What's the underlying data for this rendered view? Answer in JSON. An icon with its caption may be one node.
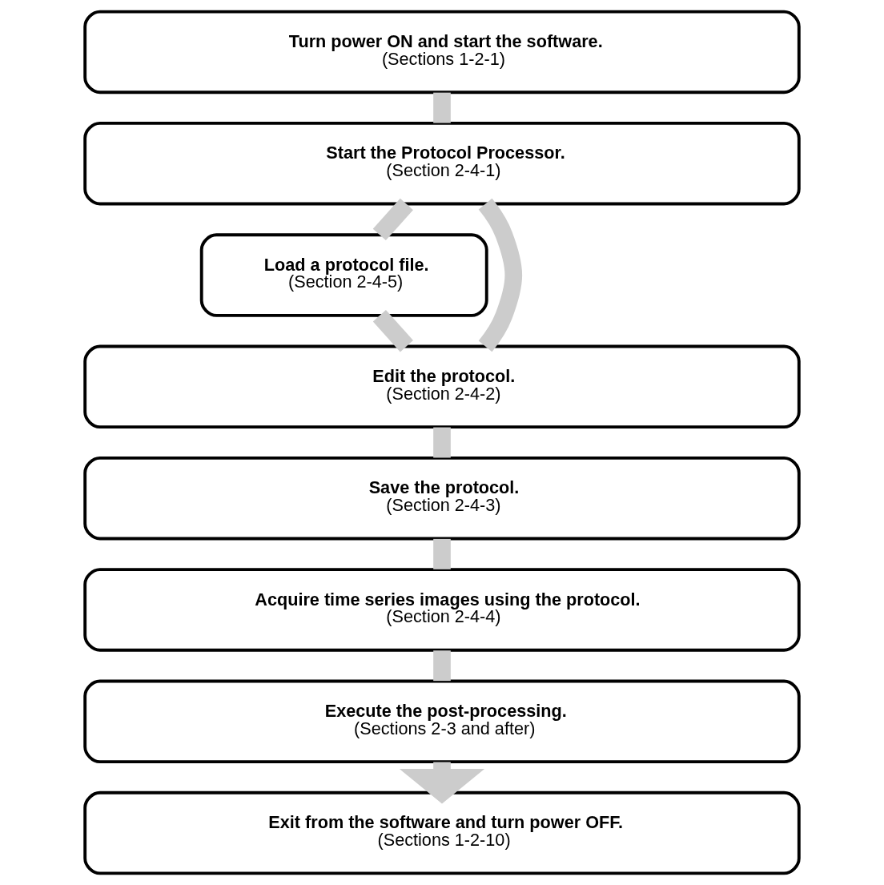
{
  "diagram": {
    "nodes": [
      {
        "text": [
          "Turn power ON and start the software.",
          "(Sections 1-2-1)"
        ]
      },
      {
        "text": [
          "Start the Protocol Processor.",
          "(Section 2-4-1)"
        ]
      },
      {
        "text": [
          "Load a protocol file.",
          "(Section 2-4-5)"
        ]
      },
      {
        "text": [
          "Edit the protocol.",
          "(Section 2-4-2)"
        ]
      },
      {
        "text": [
          "Save the protocol.",
          "(Section 2-4-3)"
        ]
      },
      {
        "text": [
          "Acquire time series images using the protocol.",
          "(Section 2-4-4)"
        ]
      },
      {
        "text": [
          "Execute the post-processing.",
          "(Sections 2-3 and after)"
        ]
      },
      {
        "text": [
          "Exit from the software and turn power OFF.",
          "(Sections 1-2-10)"
        ]
      }
    ],
    "edges": [
      {
        "from": 0,
        "to": 1,
        "arrow": "none"
      },
      {
        "from": 1,
        "to": 2,
        "arrow": "none"
      },
      {
        "from": 1,
        "to": 3,
        "arrow": "none"
      },
      {
        "from": 2,
        "to": 3,
        "arrow": "none"
      },
      {
        "from": 3,
        "to": 4,
        "arrow": "none"
      },
      {
        "from": 4,
        "to": 5,
        "arrow": "none"
      },
      {
        "from": 5,
        "to": 6,
        "arrow": "none"
      },
      {
        "from": 6,
        "to": 7,
        "arrow": "to"
      }
    ]
  }
}
